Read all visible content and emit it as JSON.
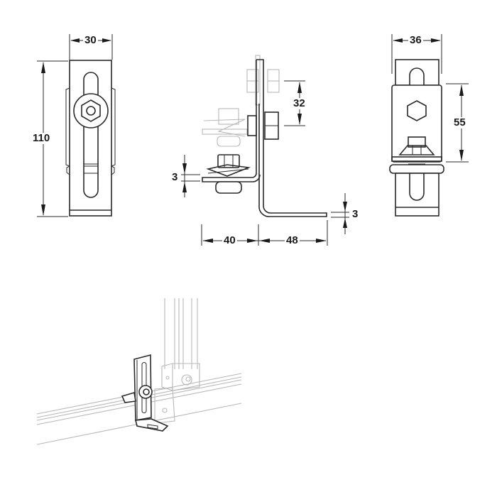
{
  "drawing": {
    "title": "Angle bracket technical drawing",
    "units": "mm",
    "views": [
      {
        "name": "front-view",
        "dimensions": {
          "width": "30",
          "height": "110"
        }
      },
      {
        "name": "side-view",
        "dimensions": {
          "hole_spacing": "32",
          "thickness_upper": "3",
          "thickness_lower": "3",
          "leg_left": "40",
          "leg_right": "48"
        }
      },
      {
        "name": "rear-view",
        "dimensions": {
          "width": "36",
          "height": "55"
        }
      },
      {
        "name": "isometric-assembly-view"
      }
    ]
  },
  "labels": {
    "front_width": "30",
    "front_height": "110",
    "side_spacing": "32",
    "side_thk_upper": "3",
    "side_thk_lower": "3",
    "side_leg_left": "40",
    "side_leg_right": "48",
    "rear_width": "36",
    "rear_height": "55"
  },
  "colors": {
    "line": "#2a2a2a",
    "ghost_line": "#9a9a9a",
    "background": "#ffffff"
  }
}
